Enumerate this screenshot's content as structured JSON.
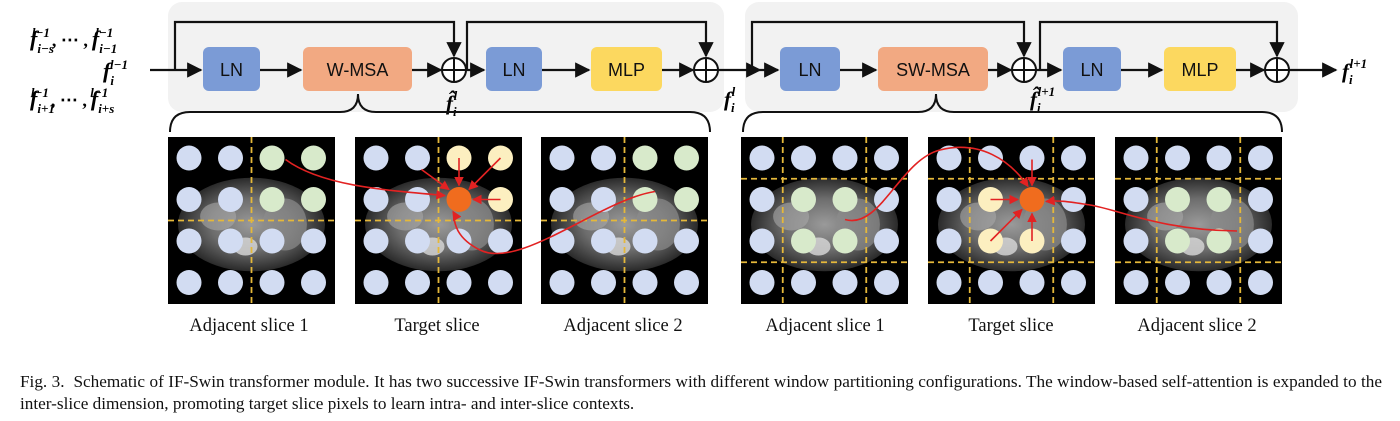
{
  "figure": {
    "left_module": {
      "inputs": {
        "top": {
          "base": "f",
          "sub": "i−s",
          "sup": "l−1",
          "sub2": "i−1",
          "sup2": "l−1"
        },
        "middle": {
          "base": "f",
          "sub": "i",
          "sup": "l−1"
        },
        "bottom": {
          "base": "f",
          "sub": "i+1",
          "sup": "l−1",
          "sub2": "i+s",
          "sup2": "l−1"
        }
      },
      "blocks": [
        "LN",
        "W-MSA",
        "LN",
        "MLP"
      ],
      "mid_label": {
        "base": "f̂",
        "sub": "i",
        "sup": "l"
      }
    },
    "between_label": {
      "base": "f",
      "sub": "i",
      "sup": "l"
    },
    "right_module": {
      "blocks": [
        "LN",
        "SW-MSA",
        "LN",
        "MLP"
      ],
      "mid_label": {
        "base": "f̂",
        "sub": "i",
        "sup": "l+1"
      },
      "output_label": {
        "base": "f",
        "sub": "i",
        "sup": "l+1"
      }
    },
    "panels": [
      {
        "label": "Adjacent slice 1"
      },
      {
        "label": "Target slice"
      },
      {
        "label": "Adjacent slice 2"
      },
      {
        "label": "Adjacent slice 1"
      },
      {
        "label": "Target slice"
      },
      {
        "label": "Adjacent slice 2"
      }
    ],
    "colors": {
      "module_bg": "#f2f2f2",
      "ln_block": "#7b9bd6",
      "msa_block": "#f2a982",
      "mlp_block": "#fcd85f",
      "token": "#d2dcf2",
      "token_green": "#d8eacb",
      "token_yellow": "#fcefc0",
      "token_orange": "#f06c1e",
      "attention_arrow": "#e22222",
      "window_line": "#e5b83a"
    }
  },
  "caption": {
    "label": "Fig. 3.",
    "text": "Schematic of IF-Swin transformer module. It has two successive IF-Swin transformers with different window partitioning configurations. The window-based self-attention is expanded to the inter-slice dimension, promoting target slice pixels to learn intra- and inter-slice contexts."
  }
}
